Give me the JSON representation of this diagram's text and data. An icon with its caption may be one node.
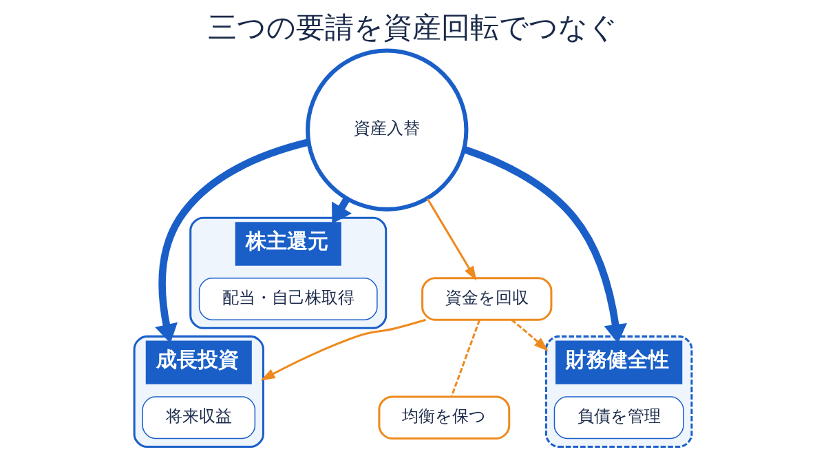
{
  "diagram": {
    "title": "三つの要請を資産回転でつなぐ",
    "nodes": [
      {
        "text": [
          "成長投資"
        ]
      },
      {
        "text": [
          "将来収益"
        ],
        "in": 0
      },
      {
        "text": [
          "資産入替"
        ]
      },
      {
        "text": [
          "株主還元"
        ]
      },
      {
        "text": [
          "配当・自己株取得"
        ],
        "in": 3
      },
      {
        "text": [
          "財務健全性"
        ]
      },
      {
        "text": [
          "負債を管理"
        ],
        "in": 5
      },
      {
        "text": [
          "資金を回収"
        ]
      },
      {
        "text": [
          "均衡を保つ"
        ]
      }
    ],
    "edges": [
      {
        "from": 2,
        "to": 0,
        "arrow": "to",
        "style": "thick",
        "color": "#1a5fc8"
      },
      {
        "from": 2,
        "to": 3,
        "arrow": "to",
        "style": "thick",
        "color": "#1a5fc8"
      },
      {
        "from": 2,
        "to": 5,
        "arrow": "to",
        "style": "thick",
        "color": "#1a5fc8"
      },
      {
        "from": 2,
        "to": 7,
        "arrow": "to",
        "color": "#ee8a1e"
      },
      {
        "from": 7,
        "to": 0,
        "arrow": "to",
        "color": "#ee8a1e"
      },
      {
        "from": 7,
        "to": 5,
        "arrow": "to",
        "style": "dashed",
        "color": "#ee8a1e"
      },
      {
        "from": 7,
        "to": 8,
        "arrow": "none",
        "style": "dashed",
        "color": "#ee8a1e"
      }
    ]
  }
}
